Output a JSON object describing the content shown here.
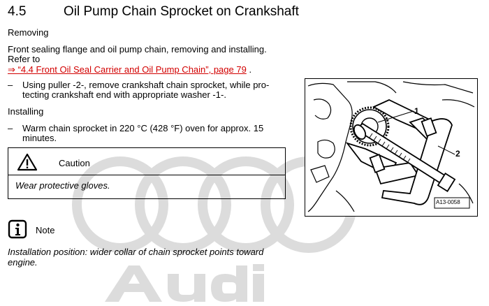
{
  "section": {
    "number": "4.5",
    "title": "Oil Pump Chain Sprocket on Crankshaft"
  },
  "removing": {
    "heading": "Removing",
    "intro_line1": "Front sealing flange and oil pump chain, removing and installing.",
    "intro_line2": "Refer to",
    "link_text": "⇒ “4.4 Front Oil Seal Carrier and Oil Pump Chain”, page 79",
    "link_suffix": " .",
    "bullet_dash": "–",
    "bullet_line1": "Using puller -2-, remove crankshaft chain sprocket, while pro-",
    "bullet_line2": "tecting crankshaft end with appropriate washer -1-."
  },
  "installing": {
    "heading": "Installing",
    "bullet_dash": "–",
    "bullet_line1": "Warm chain sprocket in 220 °C (428 °F) oven for approx. 15",
    "bullet_line2": "minutes."
  },
  "caution": {
    "title": "Caution",
    "text": "Wear protective gloves.",
    "icon": "warning-triangle-icon"
  },
  "note": {
    "title": "Note",
    "icon": "info-icon",
    "line1": "Installation position: wider collar of chain sprocket points toward",
    "line2": "engine."
  },
  "figure": {
    "callout_1": "1",
    "callout_2": "2",
    "figure_id": "A13-0058"
  },
  "watermark": {
    "brand": "Audi",
    "color": "#dadada"
  }
}
